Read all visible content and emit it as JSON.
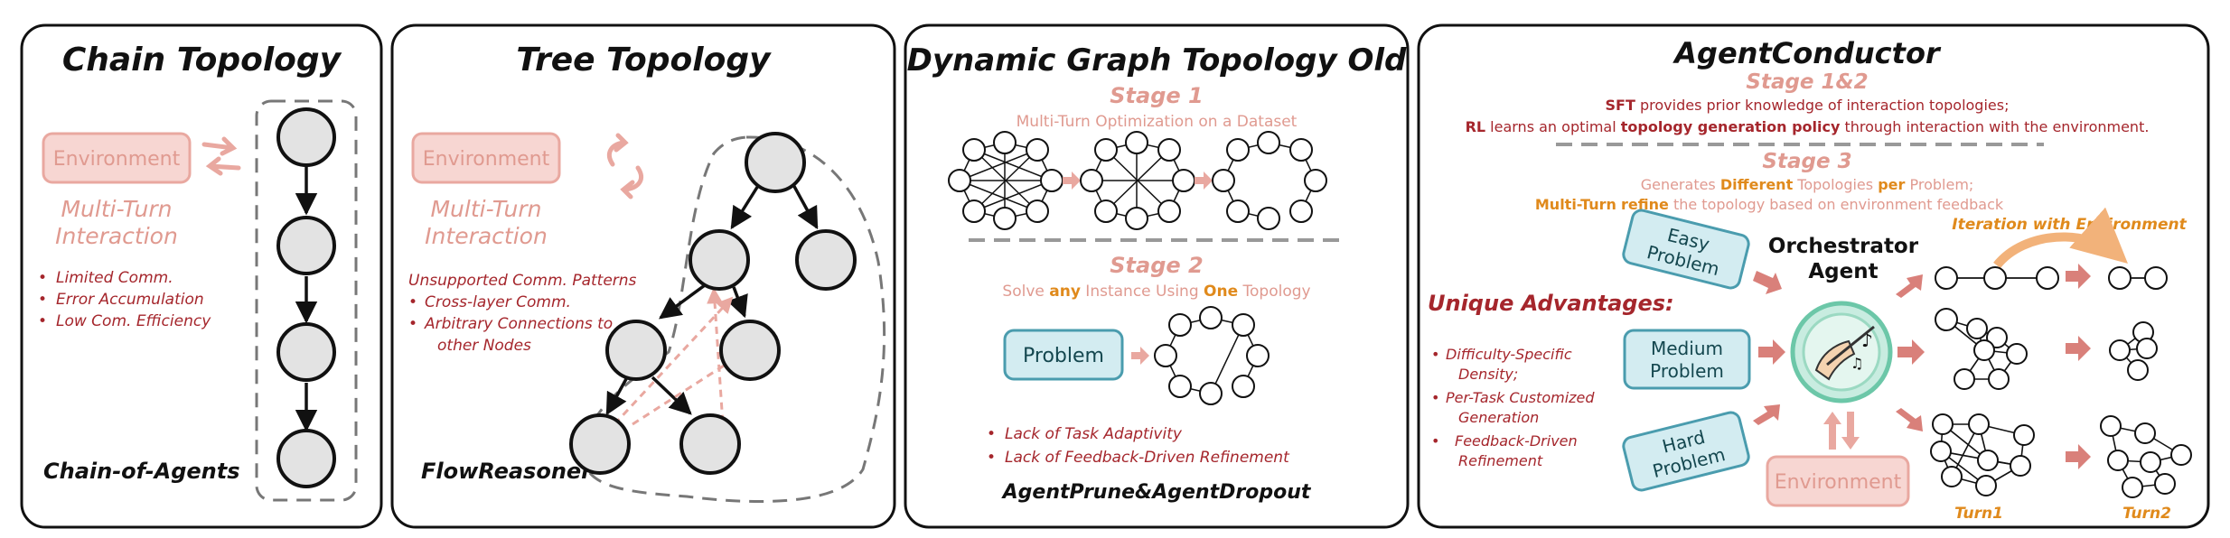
{
  "panels": {
    "chain": {
      "title": "Chain Topology",
      "env_label": "Environment",
      "interaction": [
        "Multi-Turn",
        "Interaction"
      ],
      "bullets": [
        "Limited Comm.",
        "Error Accumulation",
        "Low Com. Efficiency"
      ],
      "method": "Chain-of-Agents"
    },
    "tree": {
      "title": "Tree Topology",
      "env_label": "Environment",
      "interaction": [
        "Multi-Turn",
        "Interaction"
      ],
      "heading": "Unsupported Comm. Patterns",
      "bullets": [
        "Cross-layer Comm.",
        "Arbitrary Connections to",
        "other Nodes"
      ],
      "method": "FlowReasoner"
    },
    "dynamic": {
      "title": "Dynamic Graph Topology Old",
      "stage1": "Stage 1",
      "stage1_desc": "Multi-Turn Optimization on a Dataset",
      "stage2": "Stage 2",
      "stage2_desc": [
        "Solve ",
        "any",
        " Instance Using ",
        "One",
        " Topology"
      ],
      "problem_label": "Problem",
      "bullets": [
        "Lack of Task Adaptivity",
        "Lack of Feedback-Driven Refinement"
      ],
      "method": "AgentPrune&AgentDropout"
    },
    "conductor": {
      "title": "AgentConductor",
      "stage12": "Stage 1&2",
      "sft_line": [
        "SFT",
        " provides prior knowledge of interaction topologies;"
      ],
      "rl_line": [
        "RL",
        " learns an optimal ",
        "topology generation policy",
        " through interaction with the environment."
      ],
      "stage3": "Stage 3",
      "stage3_line1": [
        "Generates ",
        "Different",
        " Topologies ",
        "per",
        " Problem;"
      ],
      "stage3_line2": [
        "Multi-Turn",
        " ",
        "refine",
        " the topology based on environment feedback"
      ],
      "unique_title": "Unique Advantages:",
      "advantages": [
        "Difficulty-Specific",
        "Density;",
        "Per-Task Customized",
        "Generation",
        "Feedback-Driven",
        "Refinement"
      ],
      "problems": [
        [
          "Easy",
          "Problem"
        ],
        [
          "Medium",
          "Problem"
        ],
        [
          "Hard",
          "Problem"
        ]
      ],
      "orchestrator": [
        "Orchestrator",
        "Agent"
      ],
      "env_label": "Environment",
      "iteration_label": "Iteration with Environment",
      "turn1": "Turn1",
      "turn2": "Turn2"
    }
  },
  "colors": {
    "pink_text": "#e09a90",
    "pink_fill": "#f7d6d2",
    "dark_red": "#a5262c",
    "orange": "#e08a1c",
    "blue_fill": "#d3ecf1",
    "blue_stroke": "#4a9cae",
    "node_fill": "#e3e3e3"
  },
  "icons": [
    "swap-arrows-icon",
    "conductor-icon"
  ]
}
